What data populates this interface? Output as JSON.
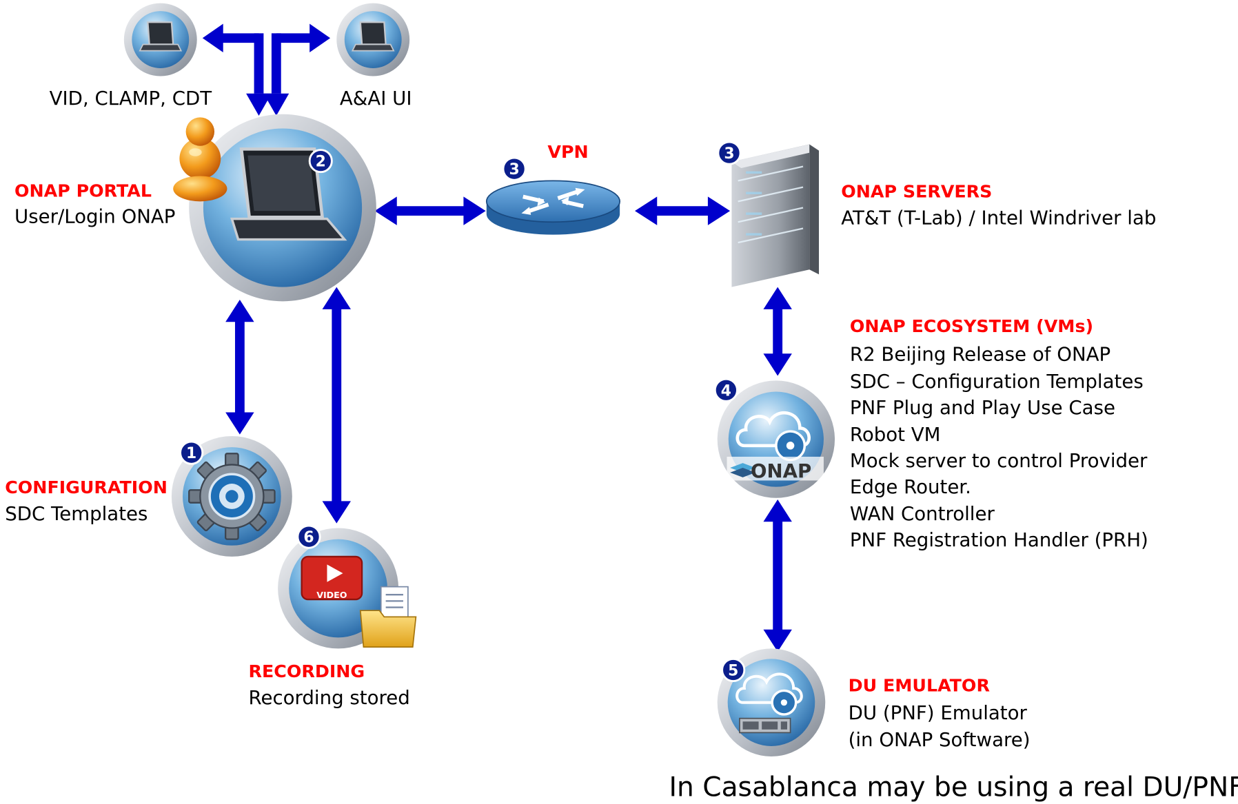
{
  "colors": {
    "arrow": "#0000cc",
    "heading": "#ff0000",
    "text": "#000000",
    "badge": "#0b1e8c",
    "ring": "#c8ccd2",
    "disc": "#3a88c8"
  },
  "nodes": {
    "vid": {
      "label": "VID, CLAMP, CDT",
      "icon": "laptop-icon"
    },
    "aai": {
      "label": "A&AI UI",
      "icon": "laptop-icon"
    },
    "portal": {
      "badge": "2",
      "title": "ONAP PORTAL",
      "text": "User/Login ONAP",
      "icon": "laptop-icon"
    },
    "vpn": {
      "badge": "3",
      "title": "VPN",
      "icon": "router-icon"
    },
    "servers": {
      "badge": "3",
      "title": "ONAP SERVERS",
      "text": "AT&T (T-Lab) / Intel Windriver lab",
      "icon": "server-icon"
    },
    "config": {
      "badge": "1",
      "title": "CONFIGURATION",
      "text": "SDC Templates",
      "icon": "gear-icon"
    },
    "recording": {
      "badge": "6",
      "title": "RECORDING",
      "text": "Recording stored",
      "video_label": "VIDEO",
      "icon": "video-icon"
    },
    "ecosystem": {
      "badge": "4",
      "title": "ONAP ECOSYSTEM (VMs)",
      "logo_text": "ONAP",
      "icon": "cloud-icon",
      "items": [
        "R2 Beijing Release of ONAP",
        "SDC – Configuration Templates",
        "PNF Plug and Play Use Case",
        "Robot VM",
        "Mock server to control Provider",
        "Edge Router.",
        "WAN Controller",
        "PNF Registration Handler (PRH)"
      ]
    },
    "du": {
      "badge": "5",
      "title": "DU EMULATOR",
      "lines": [
        "DU (PNF) Emulator",
        "(in ONAP Software)"
      ],
      "icon": "cloud-icon"
    }
  },
  "footer": "In Casablanca may be using a real DU/PNF"
}
